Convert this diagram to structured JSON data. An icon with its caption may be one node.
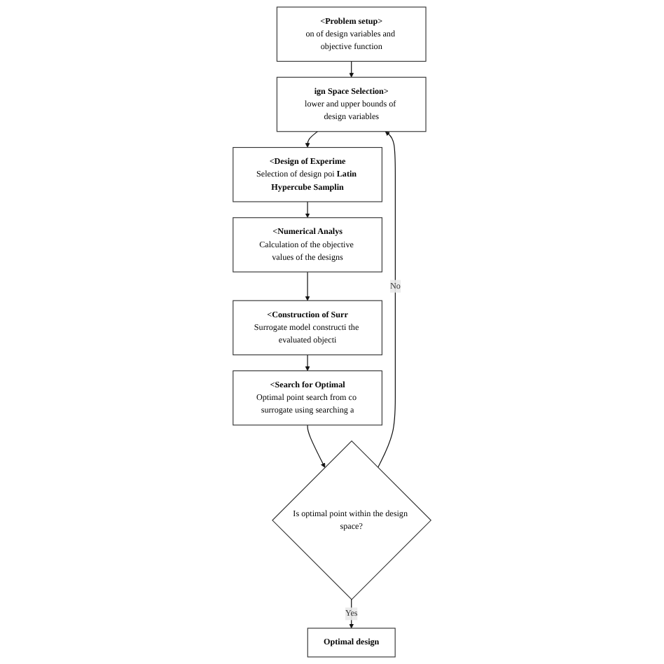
{
  "diagram": {
    "nodes": [
      {
        "text": [
          "<Problem setup>",
          "on of design variables and objective function"
        ]
      },
      {
        "text": [
          "ign Space Selection>",
          "lower and upper bounds of design variables"
        ]
      },
      {
        "text": [
          "Is optimal point within the design space?"
        ]
      },
      {
        "text": [
          "Optimal design"
        ]
      },
      {
        "text": [
          "<Design of Experime",
          "Selection of design poi **Latin Hypercube Samplin**"
        ]
      },
      {
        "text": [
          "<Numerical Analys",
          "Calculation of the objective values of the designs"
        ]
      },
      {
        "text": [
          "<Construction of Surr",
          "Surrogate model constructi the evaluated objecti"
        ]
      },
      {
        "text": [
          "<Search for Optimal",
          "Optimal point search from co surrogate using searching a"
        ]
      }
    ],
    "edges": [
      {
        "from": 0,
        "to": 1,
        "arrow": "to"
      },
      {
        "from": 1,
        "to": 4,
        "arrow": "to"
      },
      {
        "from": 4,
        "to": 5,
        "arrow": "to"
      },
      {
        "from": 5,
        "to": 6,
        "arrow": "to"
      },
      {
        "from": 6,
        "to": 7,
        "arrow": "to"
      },
      {
        "from": 7,
        "to": 2,
        "arrow": "to"
      },
      {
        "from": 2,
        "to": 1,
        "arrow": "to",
        "label": "No"
      },
      {
        "from": 2,
        "to": 3,
        "arrow": "to",
        "label": "Yes"
      }
    ]
  }
}
